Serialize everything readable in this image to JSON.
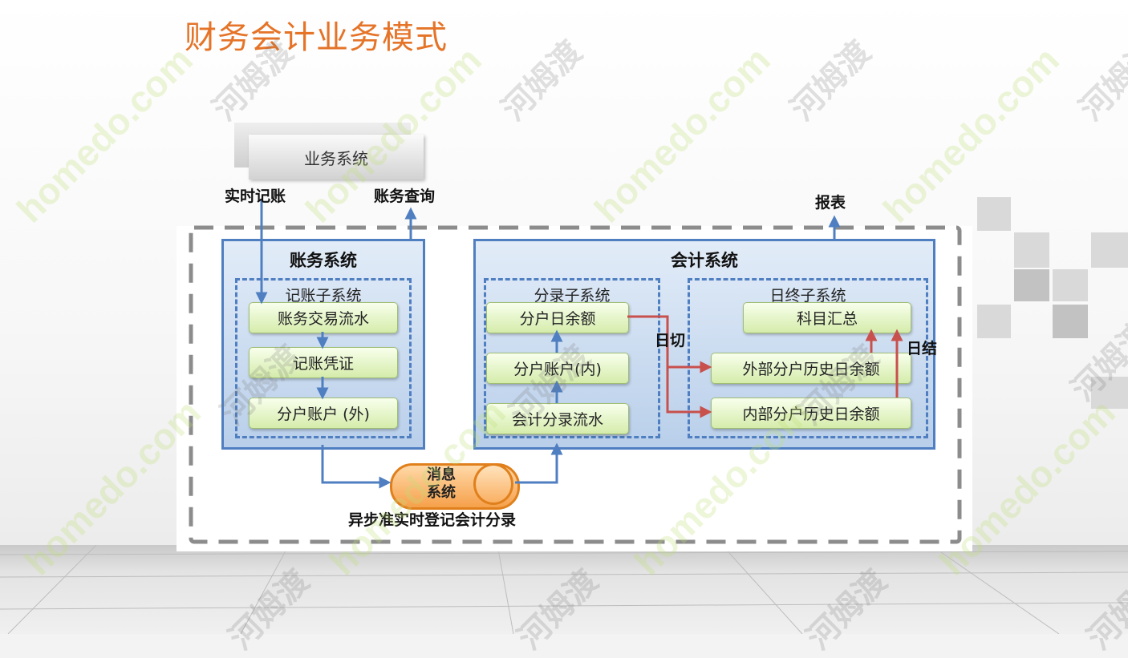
{
  "title": "财务会计业务模式",
  "business_system": "业务系统",
  "labels": {
    "realtime_booking": "实时记账",
    "account_query": "账务查询",
    "report": "报表",
    "day_cut": "日切",
    "day_close": "日结",
    "async_note": "异步准实时登记会计分录"
  },
  "ledger_system": {
    "title": "账务系统",
    "subsystem": {
      "title": "记账子系统",
      "nodes": [
        "账务交易流水",
        "记账凭证",
        "分户账户 (外)"
      ]
    }
  },
  "accounting_system": {
    "title": "会计系统",
    "entry_subsystem": {
      "title": "分录子系统",
      "nodes": [
        "分户日余额",
        "分户账户(内)",
        "会计分录流水"
      ]
    },
    "eod_subsystem": {
      "title": "日终子系统",
      "nodes": [
        "科目汇总",
        "外部分户历史日余额",
        "内部分户历史日余额"
      ]
    }
  },
  "message_system": "消息\n系统",
  "watermark": {
    "latin": "homedo.com",
    "cn": "河姆渡"
  },
  "colors": {
    "title": "#e57428",
    "system_border": "#4f7fc1",
    "flow_arrow": "#4f7fc1",
    "eod_arrow": "#c8504d",
    "message": "#f6a04a"
  }
}
